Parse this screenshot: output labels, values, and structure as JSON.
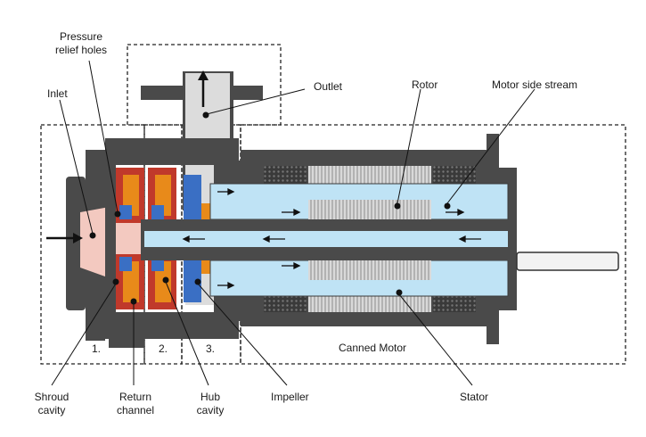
{
  "labels": {
    "pressure_relief_holes": [
      "Pressure",
      "relief holes"
    ],
    "inlet": "Inlet",
    "outlet": "Outlet",
    "rotor": "Rotor",
    "motor_side_stream": "Motor side stream",
    "canned_motor": "Canned Motor",
    "shroud_cavity": [
      "Shroud",
      "cavity"
    ],
    "return_channel": [
      "Return",
      "channel"
    ],
    "hub_cavity": [
      "Hub",
      "cavity"
    ],
    "impeller": "Impeller",
    "stator": "Stator"
  },
  "stages": [
    "1.",
    "2.",
    "3."
  ],
  "colors": {
    "housing": "#4a4a4a",
    "shaft_flow": "#bfe3f5",
    "inlet_flow": "#f3c9c0",
    "outlet_flow": "#dcdcdc",
    "impeller_red": "#c0392b",
    "impeller_orange": "#e88a1a",
    "impeller_blue": "#3a6fc4",
    "stator_lam": "#bdbdbd"
  }
}
